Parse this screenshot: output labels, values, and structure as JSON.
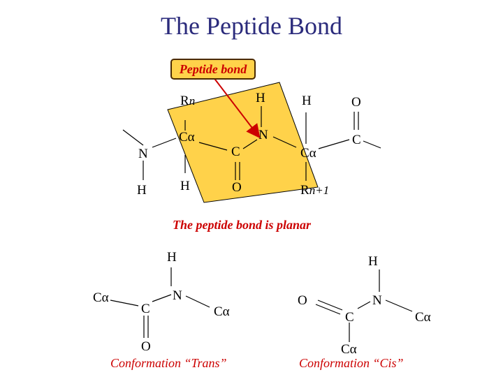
{
  "title": "The Peptide Bond",
  "callout": "Peptide bond",
  "caption": "The peptide bond is planar",
  "atoms": {
    "H": "H",
    "O": "O",
    "N": "N",
    "C": "C",
    "Ca": "Cα",
    "R": "R",
    "n": "n",
    "n1": "n+1"
  },
  "conformations": {
    "trans": "Conformation “Trans”",
    "cis": "Conformation “Cis”"
  },
  "colors": {
    "title": "#2b2b7c",
    "plane": "#ffd24a",
    "accent": "#cc0000"
  }
}
